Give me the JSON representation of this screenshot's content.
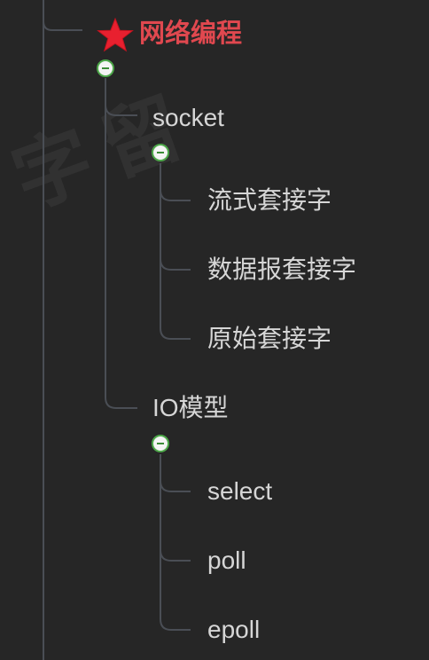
{
  "colors": {
    "background": "#262626",
    "line": "#4a4e55",
    "root_text": "#e0484f",
    "node_text": "#d6d6d6",
    "star": "#e8202f",
    "toggle_border": "#4ea84a"
  },
  "root": {
    "label": "网络编程",
    "icon": "star-icon"
  },
  "children": [
    {
      "label": "socket",
      "children": [
        {
          "label": "流式套接字"
        },
        {
          "label": "数据报套接字"
        },
        {
          "label": "原始套接字"
        }
      ]
    },
    {
      "label": "IO模型",
      "children": [
        {
          "label": "select"
        },
        {
          "label": "poll"
        },
        {
          "label": "epoll"
        }
      ]
    }
  ]
}
